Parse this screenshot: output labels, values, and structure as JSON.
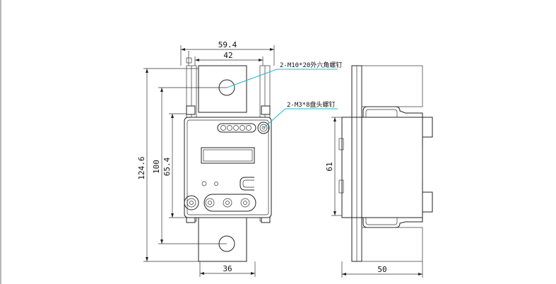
{
  "front_view": {
    "dims": {
      "overall_width": "59.4",
      "inner_width": "42",
      "overall_height": "124.6",
      "hole_spacing": "100",
      "body_height": "65.4",
      "bottom_width": "36"
    },
    "callouts": {
      "hex_screw": "2-M10*20外六角螺钉",
      "pan_screw": "2-M3*8盘头螺钉"
    }
  },
  "side_view": {
    "dims": {
      "height": "61",
      "depth": "50"
    }
  }
}
